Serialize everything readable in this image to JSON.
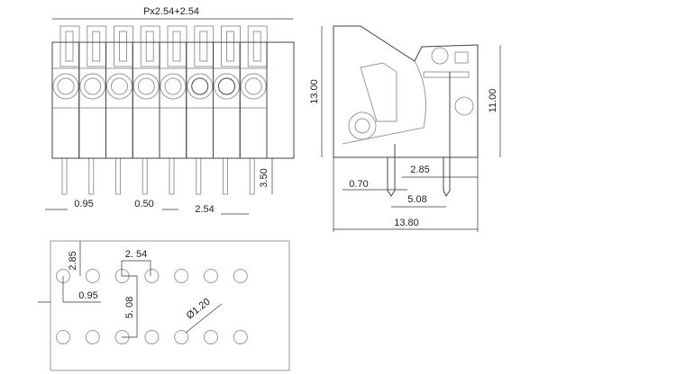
{
  "front_view": {
    "overall": "Px2.54+2.54",
    "pin_length": "3.50",
    "pin_offset": "0.95",
    "pin_width": "0.50",
    "pitch": "2.54",
    "module_count": 8
  },
  "side_view": {
    "height": "13.00",
    "body_height": "11.00",
    "pin_offset": "2.85",
    "pin_width": "0.70",
    "pin_spacing": "5.08",
    "depth": "13.80"
  },
  "pcb_layout": {
    "row_offset": "2.85",
    "edge_offset": "0.95",
    "pitch": "2. 54",
    "row_spacing": "5. 08",
    "hole_diameter": "Ø1.20",
    "holes_per_row": 7
  }
}
